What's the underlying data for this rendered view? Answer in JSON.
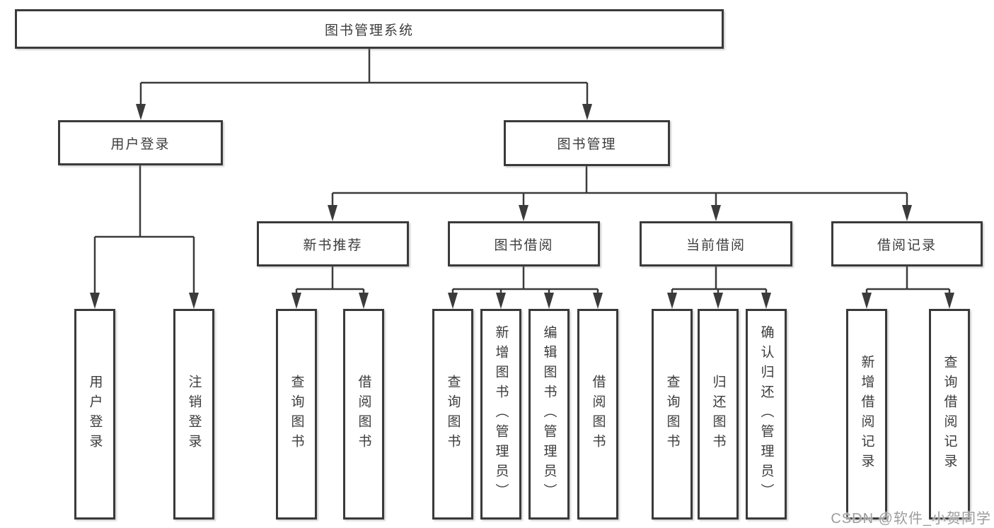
{
  "diagram": {
    "title": "图书管理系统",
    "user_login": {
      "label": "用户登录",
      "children": [
        {
          "label": "用户登录"
        },
        {
          "label": "注销登录"
        }
      ]
    },
    "book_mgmt": {
      "label": "图书管理",
      "groups": [
        {
          "label": "新书推荐",
          "children": [
            {
              "label": "查询图书"
            },
            {
              "label": "借阅图书"
            }
          ]
        },
        {
          "label": "图书借阅",
          "children": [
            {
              "label": "查询图书"
            },
            {
              "label": "新增图书（管理员）"
            },
            {
              "label": "编辑图书（管理员）"
            },
            {
              "label": "借阅图书"
            }
          ]
        },
        {
          "label": "当前借阅",
          "children": [
            {
              "label": "查询图书"
            },
            {
              "label": "归还图书"
            },
            {
              "label": "确认归还（管理员）"
            }
          ]
        },
        {
          "label": "借阅记录",
          "children": [
            {
              "label": "新增借阅记录"
            },
            {
              "label": "查询借阅记录"
            }
          ]
        }
      ]
    }
  },
  "watermark": {
    "text": "CSDN @软件_小贺同学"
  },
  "colors": {
    "line": "#3b3b3b",
    "box_border": "#3a3a3a",
    "box_fill": "#ffffff",
    "text": "#3c3c3c",
    "watermark": "#9c9c9c",
    "background": "#ffffff"
  }
}
